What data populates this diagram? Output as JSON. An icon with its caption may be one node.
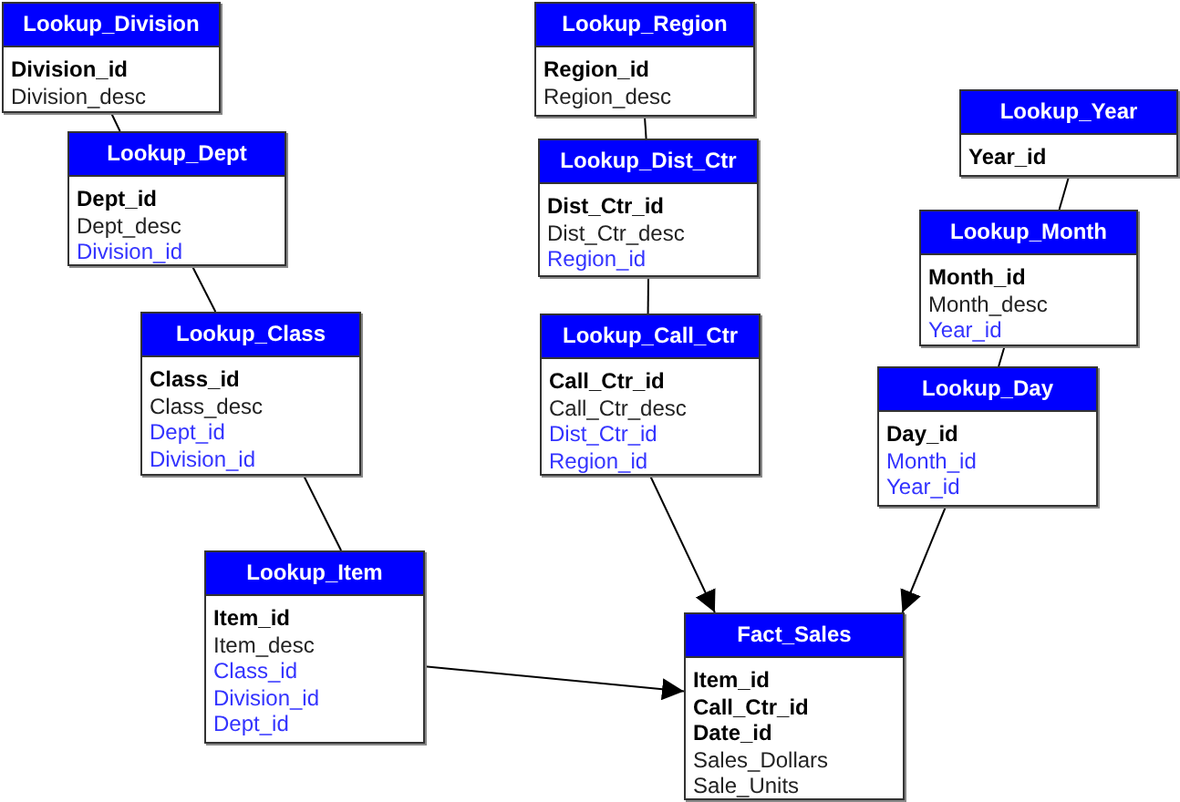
{
  "diagram": {
    "nodes": [
      {
        "text": [
          "Lookup_Division",
          "Division_id",
          "Division_desc"
        ]
      },
      {
        "text": [
          "Lookup_Dept",
          "Dept_id",
          "Dept_desc",
          "Division_id"
        ]
      },
      {
        "text": [
          "Lookup_Class",
          "Class_id",
          "Class_desc",
          "Dept_id",
          "Division_id"
        ]
      },
      {
        "text": [
          "Lookup_Item",
          "Item_id",
          "Item_desc",
          "Class_id",
          "Division_id",
          "Dept_id"
        ]
      },
      {
        "text": [
          "Lookup_Region",
          "Region_id",
          "Region_desc"
        ]
      },
      {
        "text": [
          "Lookup_Dist_Ctr",
          "Dist_Ctr_id",
          "Dist_Ctr_desc",
          "Region_id"
        ]
      },
      {
        "text": [
          "Lookup_Call_Ctr",
          "Call_Ctr_id",
          "Call_Ctr_desc",
          "Dist_Ctr_id",
          "Region_id"
        ]
      },
      {
        "text": [
          "Lookup_Year",
          "Year_id"
        ]
      },
      {
        "text": [
          "Lookup_Month",
          "Month_id",
          "Month_desc",
          "Year_id"
        ]
      },
      {
        "text": [
          "Lookup_Day",
          "Day_id",
          "Month_id",
          "Year_id"
        ]
      },
      {
        "text": [
          "Fact_Sales",
          "Item_id",
          "Call_Ctr_id",
          "Date_id",
          "Sales_Dollars",
          "Sale_Units"
        ]
      }
    ],
    "edges": [
      {
        "from": 0,
        "to": 1,
        "arrow": "none"
      },
      {
        "from": 1,
        "to": 2,
        "arrow": "none"
      },
      {
        "from": 2,
        "to": 3,
        "arrow": "none"
      },
      {
        "from": 3,
        "to": 10,
        "arrow": "to"
      },
      {
        "from": 4,
        "to": 5,
        "arrow": "none"
      },
      {
        "from": 5,
        "to": 6,
        "arrow": "none"
      },
      {
        "from": 6,
        "to": 10,
        "arrow": "to"
      },
      {
        "from": 7,
        "to": 8,
        "arrow": "none"
      },
      {
        "from": 8,
        "to": 9,
        "arrow": "none"
      },
      {
        "from": 9,
        "to": 10,
        "arrow": "to"
      }
    ]
  }
}
